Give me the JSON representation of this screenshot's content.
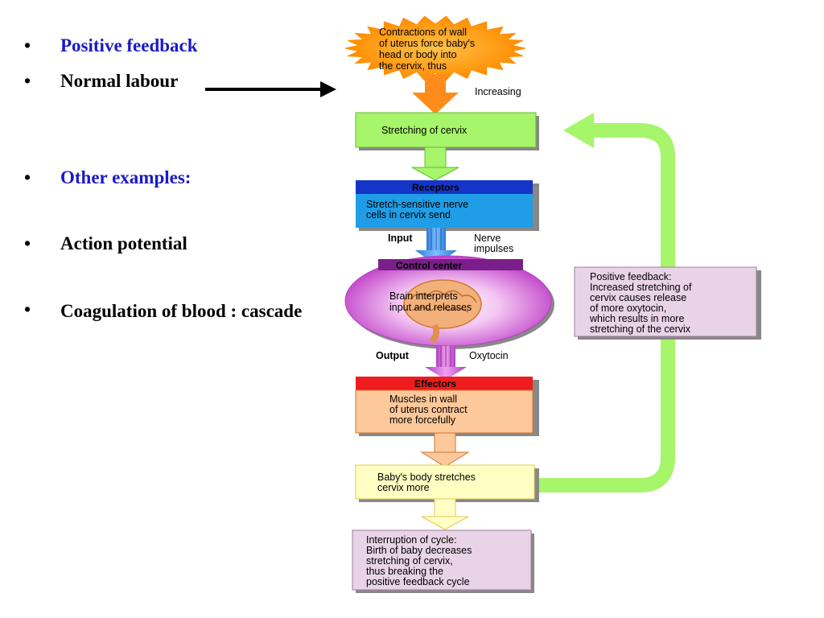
{
  "bullets": [
    {
      "text": "Positive feedback"
    },
    {
      "text": "Normal labour"
    },
    {
      "text": "Other examples:"
    },
    {
      "text": "Action potential"
    },
    {
      "text": "Coagulation of blood : cascade"
    }
  ],
  "diagram": {
    "burst": [
      "Contractions of wall",
      "of uterus force baby's",
      "head or body into",
      "the cervix, thus"
    ],
    "increasing": "Increasing",
    "stretching": "Stretching of cervix",
    "receptors_title": "Receptors",
    "receptors": [
      "Stretch-sensitive nerve",
      "cells in cervix send"
    ],
    "input": "Input",
    "nerve": [
      "Nerve",
      "impulses"
    ],
    "control_title": "Control center",
    "control": [
      "Brain interprets",
      "input and releases"
    ],
    "output": "Output",
    "oxytocin": "Oxytocin",
    "effectors_title": "Effectors",
    "effectors": [
      "Muscles in wall",
      "of uterus contract",
      "more forcefully"
    ],
    "baby": [
      "Baby's body stretches",
      "cervix more"
    ],
    "interruption": [
      "Interruption of cycle:",
      "Birth of baby decreases",
      "stretching of cervix,",
      "thus breaking the",
      "positive feedback cycle"
    ],
    "positive_feedback": [
      "Positive feedback:",
      "Increased stretching of",
      "cervix causes release",
      "of more oxytocin,",
      "which  results in more",
      "stretching of the cervix"
    ]
  }
}
